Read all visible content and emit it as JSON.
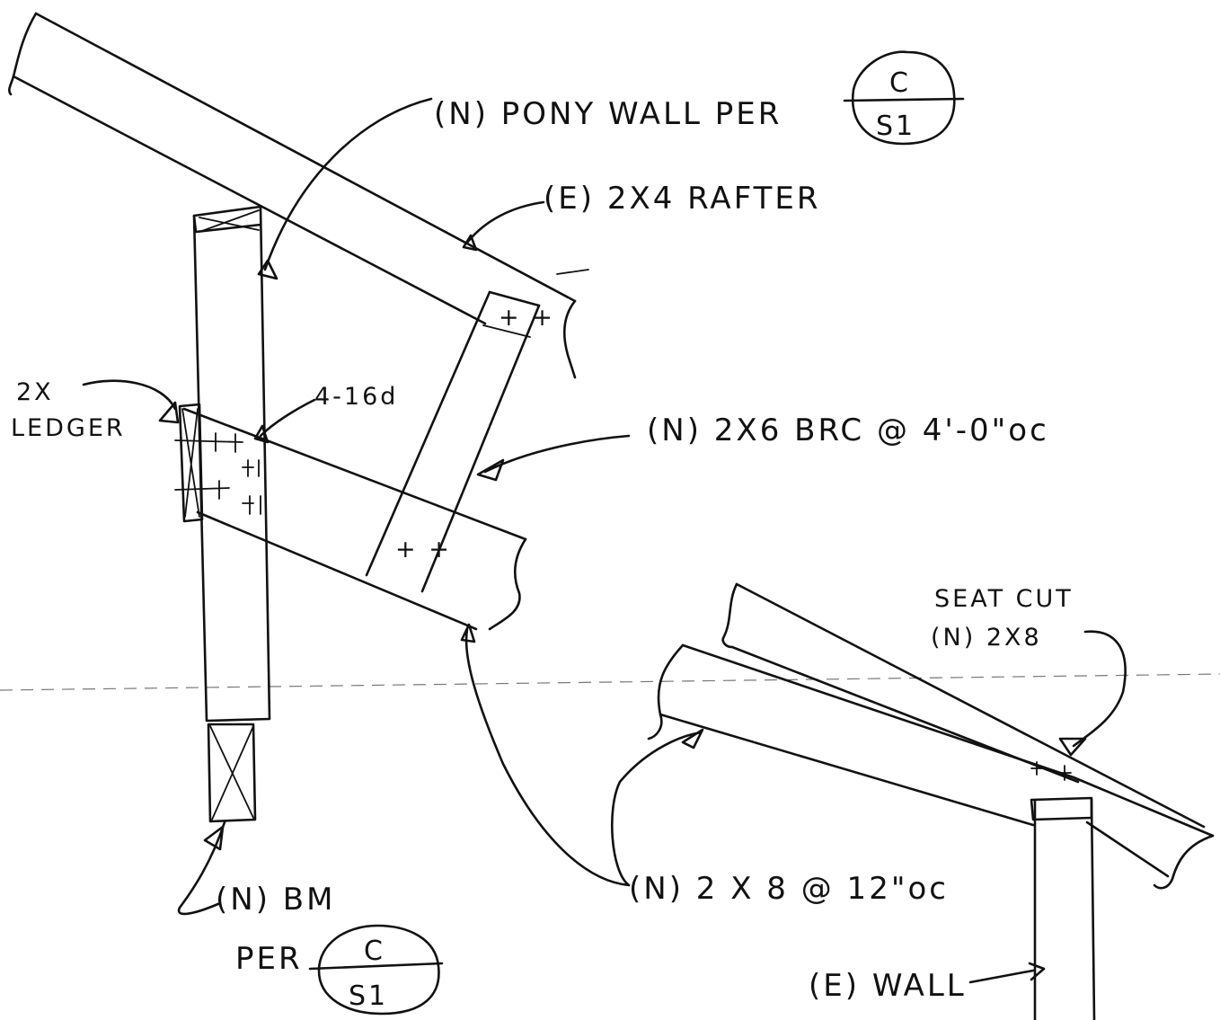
{
  "labels": {
    "pony_wall": "(N) PONY WALL PER",
    "rafter": "(E) 2X4 RAFTER",
    "ledger_1": "2X",
    "ledger_2": "LEDGER",
    "nails": "4-16d",
    "brace": "(N) 2X6 BRC @ 4'-0\"oc",
    "seat_cut_1": "SEAT CUT",
    "seat_cut_2": "(N) 2X8",
    "joist": "(N) 2 X 8 @ 12\"oc",
    "beam_1": "(N) BM",
    "beam_2": "PER",
    "wall": "(E) WALL"
  },
  "detail_refs": {
    "pony_wall": {
      "top": "C",
      "bottom": "S1"
    },
    "beam": {
      "top": "C",
      "bottom": "S1"
    }
  },
  "fasteners": {
    "top_gusset": "+ +",
    "brace_joint": "+ +"
  }
}
